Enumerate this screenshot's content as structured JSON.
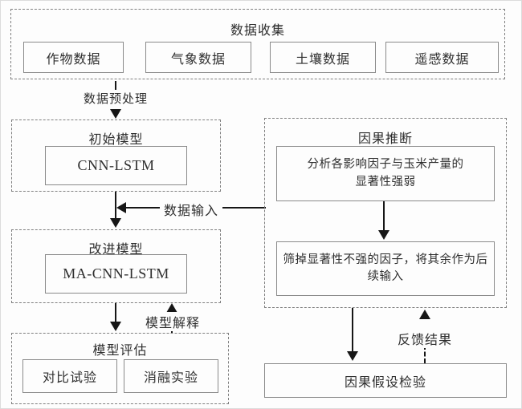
{
  "palette": {
    "background": "#fdfdfd",
    "solid_box_border": "#8a8a8a",
    "dashed_box_border": "#7f7f7f",
    "arrow_color": "#161616",
    "text_color": "#2e2e2e"
  },
  "data_collection": {
    "title": "数据收集",
    "items": [
      "作物数据",
      "气象数据",
      "土壤数据",
      "遥感数据"
    ]
  },
  "edge_labels": {
    "preprocess": "数据预处理",
    "data_input": "数据输入",
    "model_explain": "模型解释",
    "feedback": "反馈结果"
  },
  "initial_model": {
    "title": "初始模型",
    "model": "CNN-LSTM"
  },
  "improved_model": {
    "title": "改进模型",
    "model": "MA-CNN-LSTM"
  },
  "model_evaluation": {
    "title": "模型评估",
    "items": [
      "对比试验",
      "消融实验"
    ]
  },
  "causal_inference": {
    "title": "因果推断",
    "analysis_box": {
      "lines": [
        "分析各影响因子与玉米产量的",
        "显著性强弱"
      ]
    },
    "filter_box": {
      "lines": [
        "筛掉显著性不强的因子，将其余作为后",
        "续输入"
      ]
    }
  },
  "hypothesis_box": {
    "label": "因果假设检验"
  }
}
